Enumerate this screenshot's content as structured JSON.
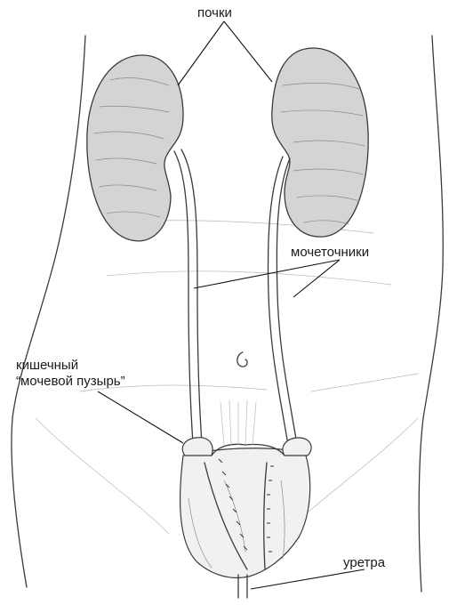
{
  "labels": {
    "kidneys": "почки",
    "ureters": "мочеточники",
    "bladder_line1": "кишечный",
    "bladder_line2": "“мочевой пузырь”",
    "urethra": "уретра"
  },
  "colors": {
    "kidney_fill": "#d4d4d4",
    "organ_fill": "#f1f1f1",
    "outline": "#3a3a3a"
  }
}
